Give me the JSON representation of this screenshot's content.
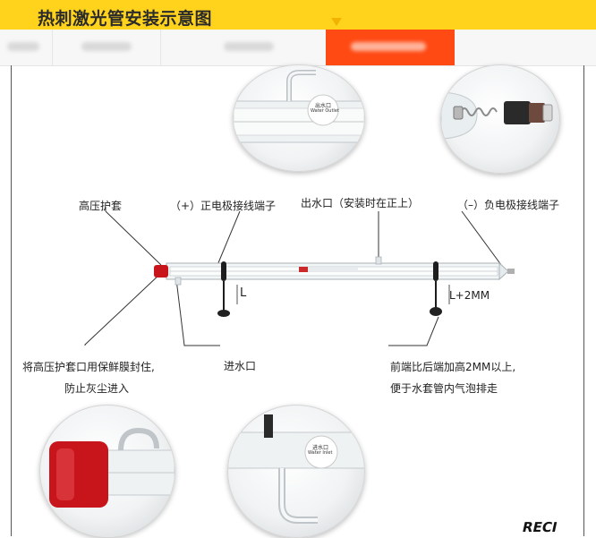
{
  "header": {
    "title": "热刺激光管安装示意图",
    "bar_color": "#ffd21c",
    "active_tab_color": "#ff4a14"
  },
  "labels": {
    "high_voltage_cap": "高压护套",
    "positive_terminal": "（+）正电极接线端子",
    "water_outlet": "出水口（安装时在正上）",
    "negative_terminal": "（–）负电极接线端子",
    "mark_l": "L",
    "mark_l2": "L+2MM",
    "seal_note_1": "将高压护套口用保鲜膜封住,",
    "seal_note_2": "防止灰尘进入",
    "water_inlet": "进水口",
    "height_note_1": "前端比后端加高2MM以上,",
    "height_note_2": "便于水套管内气泡排走"
  },
  "stickers": {
    "outlet_cn": "出水口",
    "outlet_en": "Water Outlet",
    "inlet_cn": "进水口",
    "inlet_en": "Water Inlet"
  },
  "watermark": "RECI"
}
